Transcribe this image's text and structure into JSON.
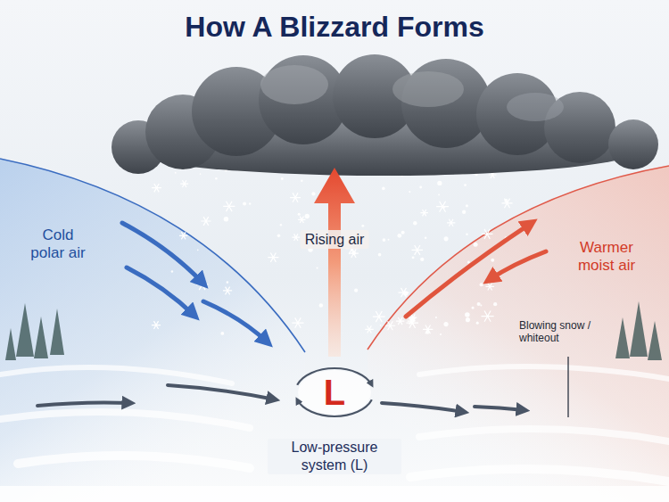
{
  "diagram": {
    "title": "How A Blizzard Forms",
    "nodes": [
      {
        "text": [
          "L",
          "Low-pressure system (L)"
        ]
      }
    ],
    "labels": [
      "Cold polar air",
      "Rising air",
      "Warmer moist air",
      "Blowing snow / whiteout"
    ]
  }
}
